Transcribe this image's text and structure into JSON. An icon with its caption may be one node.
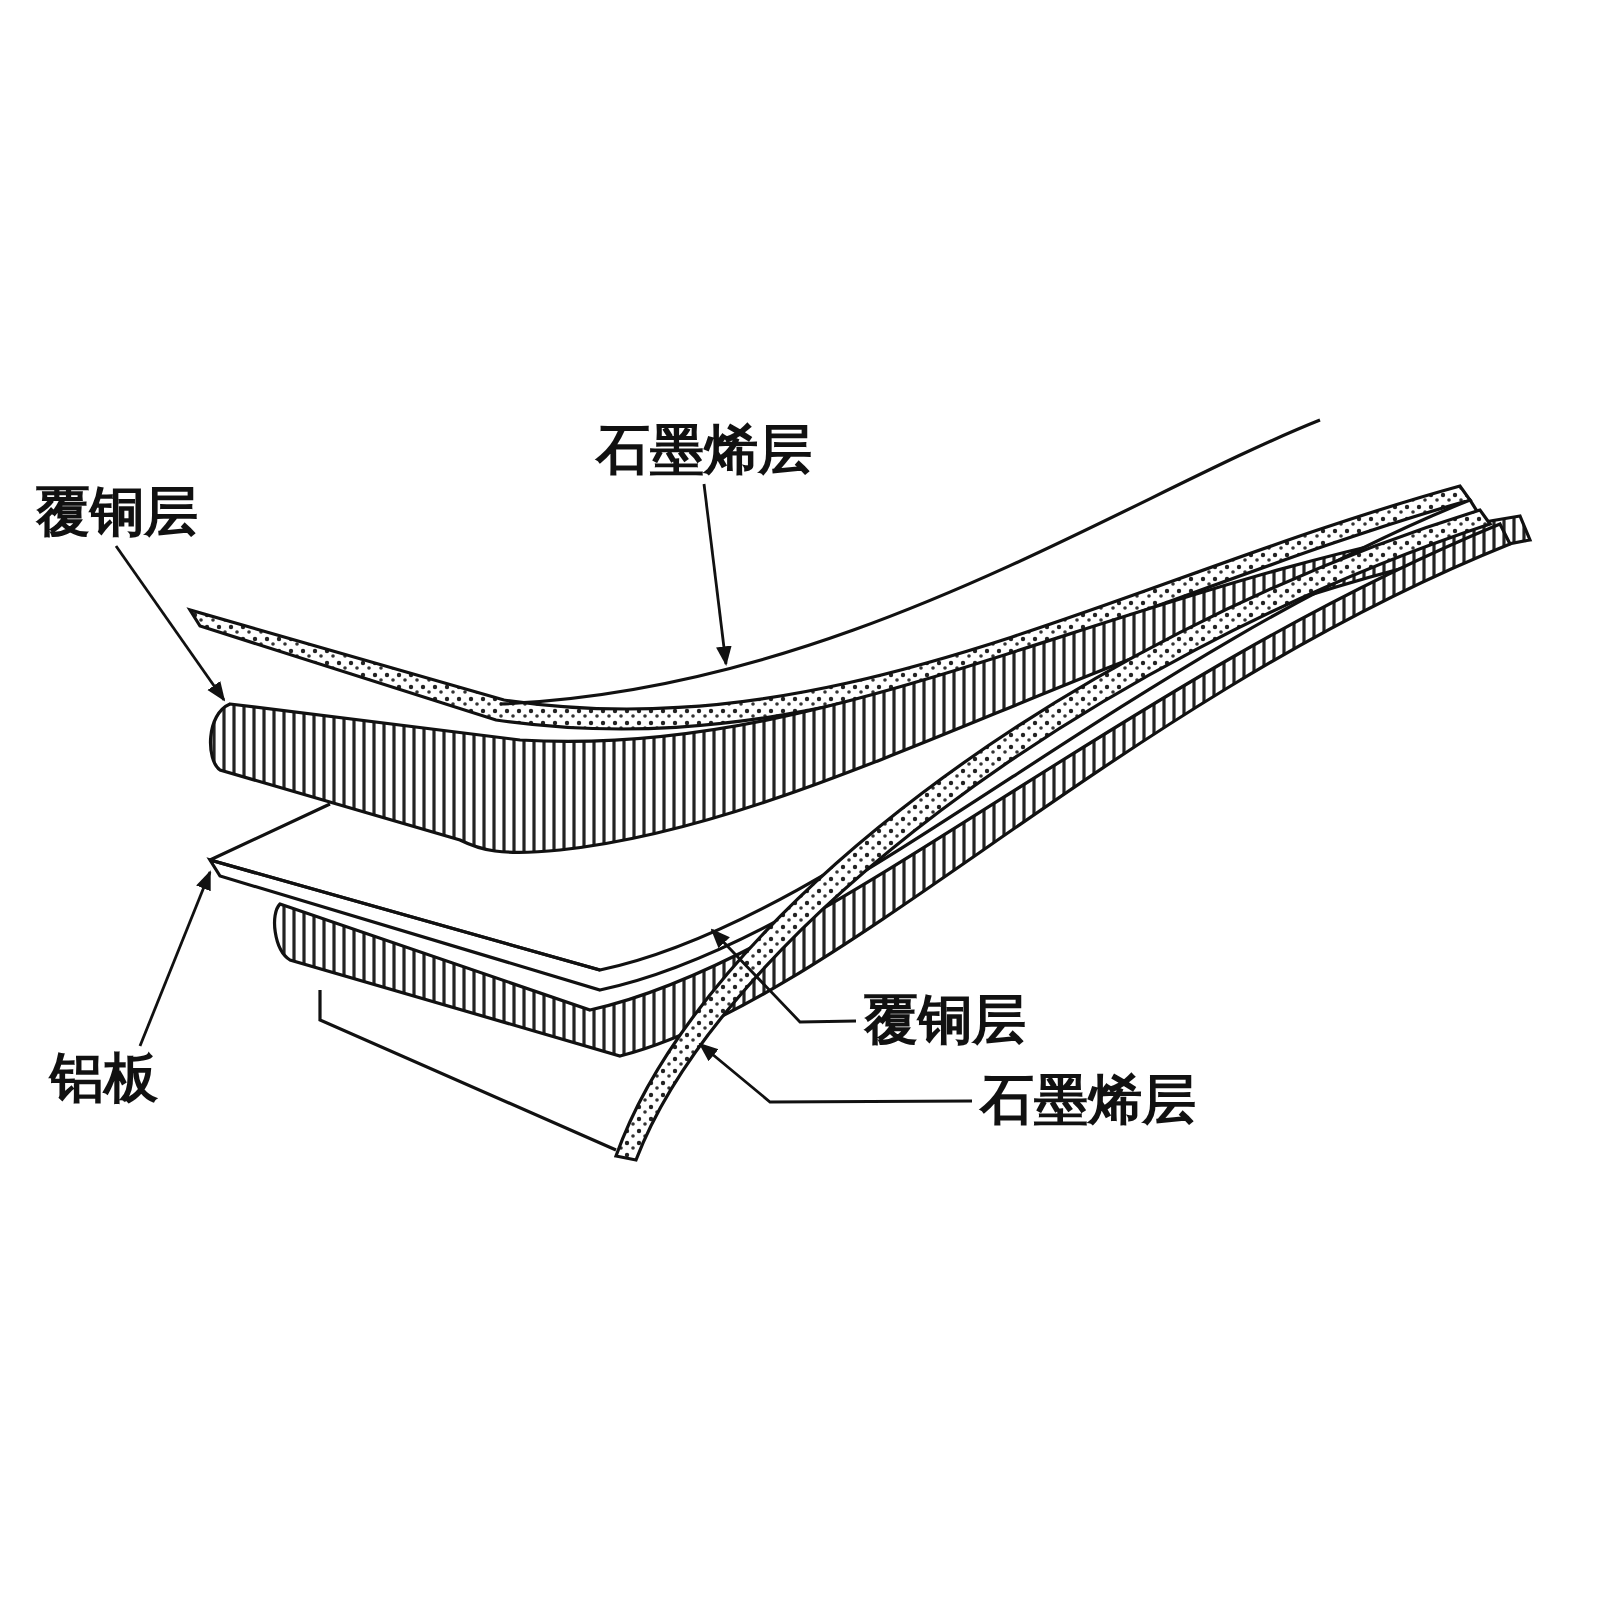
{
  "diagram": {
    "nodes": [
      {
        "text": [
          "石墨烯层"
        ]
      },
      {
        "text": [
          "覆铜层"
        ]
      },
      {
        "text": [
          "铝板"
        ]
      },
      {
        "text": [
          "覆铜层"
        ]
      },
      {
        "text": [
          "石墨烯层"
        ]
      }
    ],
    "edges": [
      {
        "from": 0,
        "to": null,
        "arrow": "to"
      },
      {
        "from": 1,
        "to": null,
        "arrow": "to"
      },
      {
        "from": 2,
        "to": null,
        "arrow": "to"
      },
      {
        "from": 3,
        "to": null,
        "arrow": "to"
      },
      {
        "from": 4,
        "to": null,
        "arrow": "to"
      }
    ]
  }
}
